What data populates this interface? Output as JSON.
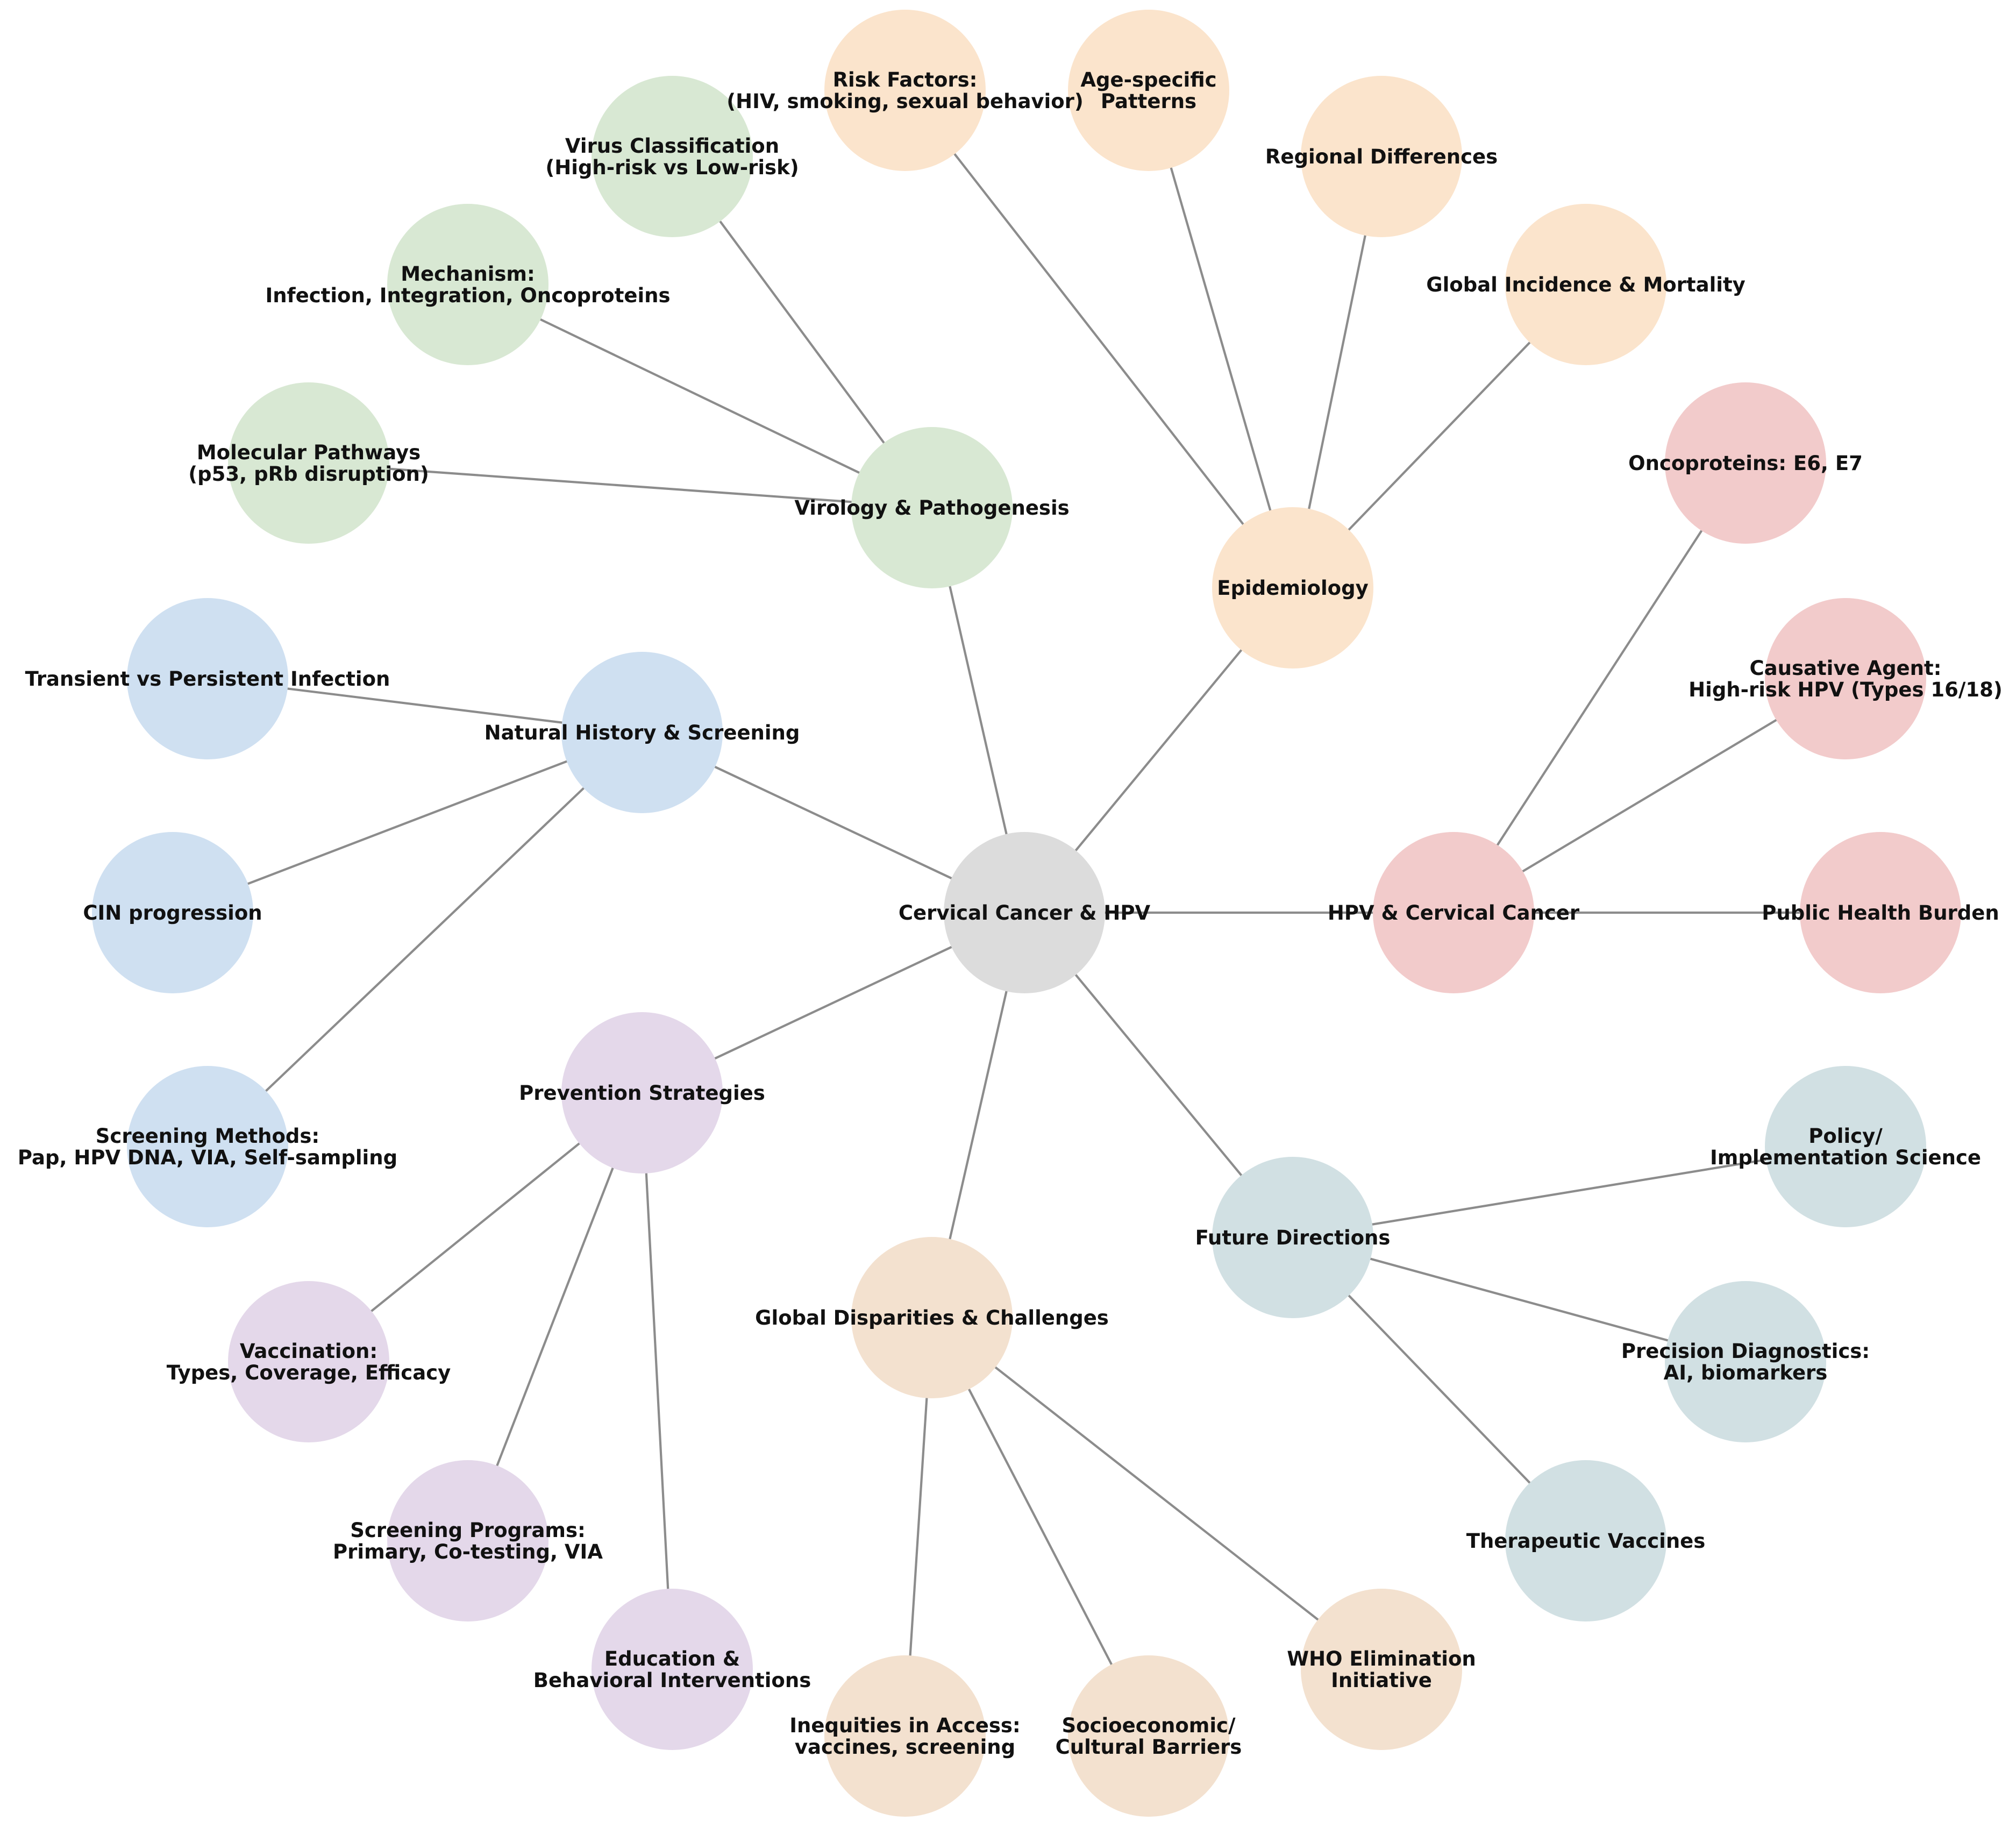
{
  "colors": {
    "edge": "#8c8c8c",
    "root": "#dcdcdc",
    "hpv": "#f2cbcb",
    "epidemiology": "#fbe4cc",
    "virology": "#d8e8d3",
    "natural_history": "#cfe0f1",
    "prevention": "#e4d8ea",
    "disparities": "#f3e1cf",
    "future": "#d1e0e3"
  },
  "nodes": [
    {
      "id": "root",
      "group": "root",
      "lines": [
        "Cervical Cancer & HPV"
      ]
    },
    {
      "id": "hpv",
      "group": "hpv",
      "lines": [
        "HPV & Cervical Cancer"
      ]
    },
    {
      "id": "oncoproteins",
      "group": "hpv",
      "lines": [
        "Oncoproteins: E6, E7"
      ]
    },
    {
      "id": "causative",
      "group": "hpv",
      "lines": [
        "Causative Agent:",
        "High-risk HPV (Types 16/18)"
      ]
    },
    {
      "id": "burden",
      "group": "hpv",
      "lines": [
        "Public Health Burden"
      ]
    },
    {
      "id": "epi",
      "group": "epidemiology",
      "lines": [
        "Epidemiology"
      ]
    },
    {
      "id": "risk",
      "group": "epidemiology",
      "lines": [
        "Risk Factors:",
        "(HIV, smoking, sexual behavior)"
      ]
    },
    {
      "id": "age",
      "group": "epidemiology",
      "lines": [
        "Age-specific",
        "Patterns"
      ]
    },
    {
      "id": "regional",
      "group": "epidemiology",
      "lines": [
        "Regional Differences"
      ]
    },
    {
      "id": "global_inc",
      "group": "epidemiology",
      "lines": [
        "Global Incidence & Mortality"
      ]
    },
    {
      "id": "viro",
      "group": "virology",
      "lines": [
        "Virology & Pathogenesis"
      ]
    },
    {
      "id": "virus_class",
      "group": "virology",
      "lines": [
        "Virus Classification",
        "(High-risk vs Low-risk)"
      ]
    },
    {
      "id": "mechanism",
      "group": "virology",
      "lines": [
        "Mechanism:",
        "Infection, Integration, Oncoproteins"
      ]
    },
    {
      "id": "molecular",
      "group": "virology",
      "lines": [
        "Molecular Pathways",
        "(p53, pRb disruption)"
      ]
    },
    {
      "id": "nat",
      "group": "natural_history",
      "lines": [
        "Natural History & Screening"
      ]
    },
    {
      "id": "transient",
      "group": "natural_history",
      "lines": [
        "Transient vs Persistent Infection"
      ]
    },
    {
      "id": "cin",
      "group": "natural_history",
      "lines": [
        "CIN progression"
      ]
    },
    {
      "id": "screen_methods",
      "group": "natural_history",
      "lines": [
        "Screening Methods:",
        "Pap, HPV DNA, VIA, Self-sampling"
      ]
    },
    {
      "id": "prev",
      "group": "prevention",
      "lines": [
        "Prevention Strategies"
      ]
    },
    {
      "id": "vaccination",
      "group": "prevention",
      "lines": [
        "Vaccination:",
        "Types, Coverage, Efficacy"
      ]
    },
    {
      "id": "screen_prog",
      "group": "prevention",
      "lines": [
        "Screening Programs:",
        "Primary, Co-testing, VIA"
      ]
    },
    {
      "id": "education",
      "group": "prevention",
      "lines": [
        "Education &",
        "Behavioral Interventions"
      ]
    },
    {
      "id": "disp",
      "group": "disparities",
      "lines": [
        "Global Disparities & Challenges"
      ]
    },
    {
      "id": "inequities",
      "group": "disparities",
      "lines": [
        "Inequities in Access:",
        "vaccines, screening"
      ]
    },
    {
      "id": "socio",
      "group": "disparities",
      "lines": [
        "Socioeconomic/",
        "Cultural Barriers"
      ]
    },
    {
      "id": "who",
      "group": "disparities",
      "lines": [
        "WHO Elimination",
        "Initiative"
      ]
    },
    {
      "id": "future",
      "group": "future",
      "lines": [
        "Future Directions"
      ]
    },
    {
      "id": "policy",
      "group": "future",
      "lines": [
        "Policy/",
        "Implementation Science"
      ]
    },
    {
      "id": "precision",
      "group": "future",
      "lines": [
        "Precision Diagnostics:",
        "AI, biomarkers"
      ]
    },
    {
      "id": "therapeutic",
      "group": "future",
      "lines": [
        "Therapeutic Vaccines"
      ]
    }
  ],
  "edges": [
    [
      "root",
      "hpv"
    ],
    [
      "root",
      "epi"
    ],
    [
      "root",
      "viro"
    ],
    [
      "root",
      "nat"
    ],
    [
      "root",
      "prev"
    ],
    [
      "root",
      "disp"
    ],
    [
      "root",
      "future"
    ],
    [
      "hpv",
      "oncoproteins"
    ],
    [
      "hpv",
      "causative"
    ],
    [
      "hpv",
      "burden"
    ],
    [
      "epi",
      "risk"
    ],
    [
      "epi",
      "age"
    ],
    [
      "epi",
      "regional"
    ],
    [
      "epi",
      "global_inc"
    ],
    [
      "viro",
      "virus_class"
    ],
    [
      "viro",
      "mechanism"
    ],
    [
      "viro",
      "molecular"
    ],
    [
      "nat",
      "transient"
    ],
    [
      "nat",
      "cin"
    ],
    [
      "nat",
      "screen_methods"
    ],
    [
      "prev",
      "vaccination"
    ],
    [
      "prev",
      "screen_prog"
    ],
    [
      "prev",
      "education"
    ],
    [
      "disp",
      "inequities"
    ],
    [
      "disp",
      "socio"
    ],
    [
      "disp",
      "who"
    ],
    [
      "future",
      "policy"
    ],
    [
      "future",
      "precision"
    ],
    [
      "future",
      "therapeutic"
    ]
  ]
}
